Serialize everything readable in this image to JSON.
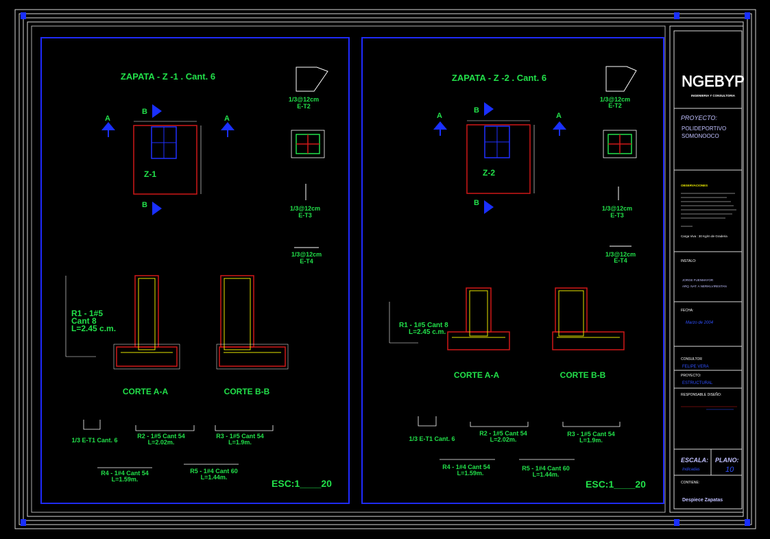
{
  "sheet": {
    "colors": {
      "frame": "#d8d8d8",
      "panel": "#1f2bff",
      "text_green": "#22e04a",
      "rebar_red": "#d01818",
      "section_blue": "#2030ff",
      "label_white": "#ffffff",
      "label_yellow": "#e6e600",
      "title_italic": "#c0c0ff"
    },
    "left": {
      "title": "ZAPATA - Z -1  . Cant. 6",
      "footing_label": "Z-1",
      "marker_a": "A",
      "marker_b": "B",
      "stirrups": [
        {
          "label": "1/3@12cm",
          "code": "E-T2"
        },
        {
          "label": "1/3@12cm",
          "code": "E-T3"
        },
        {
          "label": "1/3@12cm",
          "code": "E-T4"
        }
      ],
      "rebar_note_l1": "R1 - 1#5",
      "rebar_note_l2": "Cant 8",
      "rebar_note_l3": "L=2.45 c.m.",
      "section_a": "CORTE A-A",
      "section_b": "CORTE B-B",
      "bars": [
        {
          "l1": "1/3 E-T1 Cant. 6",
          "l2": ""
        },
        {
          "l1": "R2 - 1#5 Cant 54",
          "l2": "L=2.02m."
        },
        {
          "l1": "R3 - 1#5 Cant 54",
          "l2": "L=1.9m."
        },
        {
          "l1": "R4 - 1#4 Cant 54",
          "l2": "L=1.59m."
        },
        {
          "l1": "R5 - 1#4 Cant 60",
          "l2": "L=1.44m."
        }
      ],
      "scale": "ESC:1____20"
    },
    "right": {
      "title": "ZAPATA - Z -2  . Cant. 6",
      "footing_label": "Z-2",
      "marker_a": "A",
      "marker_b": "B",
      "stirrups": [
        {
          "label": "1/3@12cm",
          "code": "E-T2"
        },
        {
          "label": "1/3@12cm",
          "code": "E-T3"
        },
        {
          "label": "1/3@12cm",
          "code": "E-T4"
        }
      ],
      "rebar_note_l1": "R1 - 1#5 Cant 8",
      "rebar_note_l2": "L=2.45 c.m.",
      "section_a": "CORTE A-A",
      "section_b": "CORTE B-B",
      "bars": [
        {
          "l1": "1/3 E-T1 Cant. 6",
          "l2": ""
        },
        {
          "l1": "R2 - 1#5 Cant 54",
          "l2": "L=2.02m."
        },
        {
          "l1": "R3 - 1#5 Cant 54",
          "l2": "L=1.9m."
        },
        {
          "l1": "R4 - 1#4 Cant 54",
          "l2": "L=1.59m."
        },
        {
          "l1": "R5 - 1#4 Cant 60",
          "l2": "L=1.44m."
        }
      ],
      "scale": "ESC:1____20"
    },
    "title_block": {
      "logo": "NGEBYP",
      "logo_sub": "INGENIERIA Y CONSULTORIA",
      "project_label": "PROYECTO:",
      "project_l1": "POLIDEPORTIVO",
      "project_l2": "SOMONOOCO",
      "notes_label": "OBSERVACIONES",
      "notes_extra": "Carga Viva : 30 Kg/m  de Graderia",
      "installs_label": "INSTALO:",
      "install_l1": "JORGE FUENMAYOR",
      "install_l2": "ARQ. NAT. A NERIKLVIRESTAN",
      "date_label": "FECHA:",
      "date_value": "Marzo de 2004",
      "consultant_label": "CONSULTOR",
      "consultant_value": "FELIPE VERA",
      "project2_label": "PROYECTO:",
      "project2_value": "ESTRUCTURAL",
      "responsible_label": "RESPONSABLE  DISEÑO:",
      "scale_label": "ESCALA:",
      "scale_value": "Indicadas",
      "plan_label": "PLANO:",
      "plan_value": "10",
      "content_label": "CONTIENE:",
      "content_value": "Despiece Zapatas"
    }
  }
}
